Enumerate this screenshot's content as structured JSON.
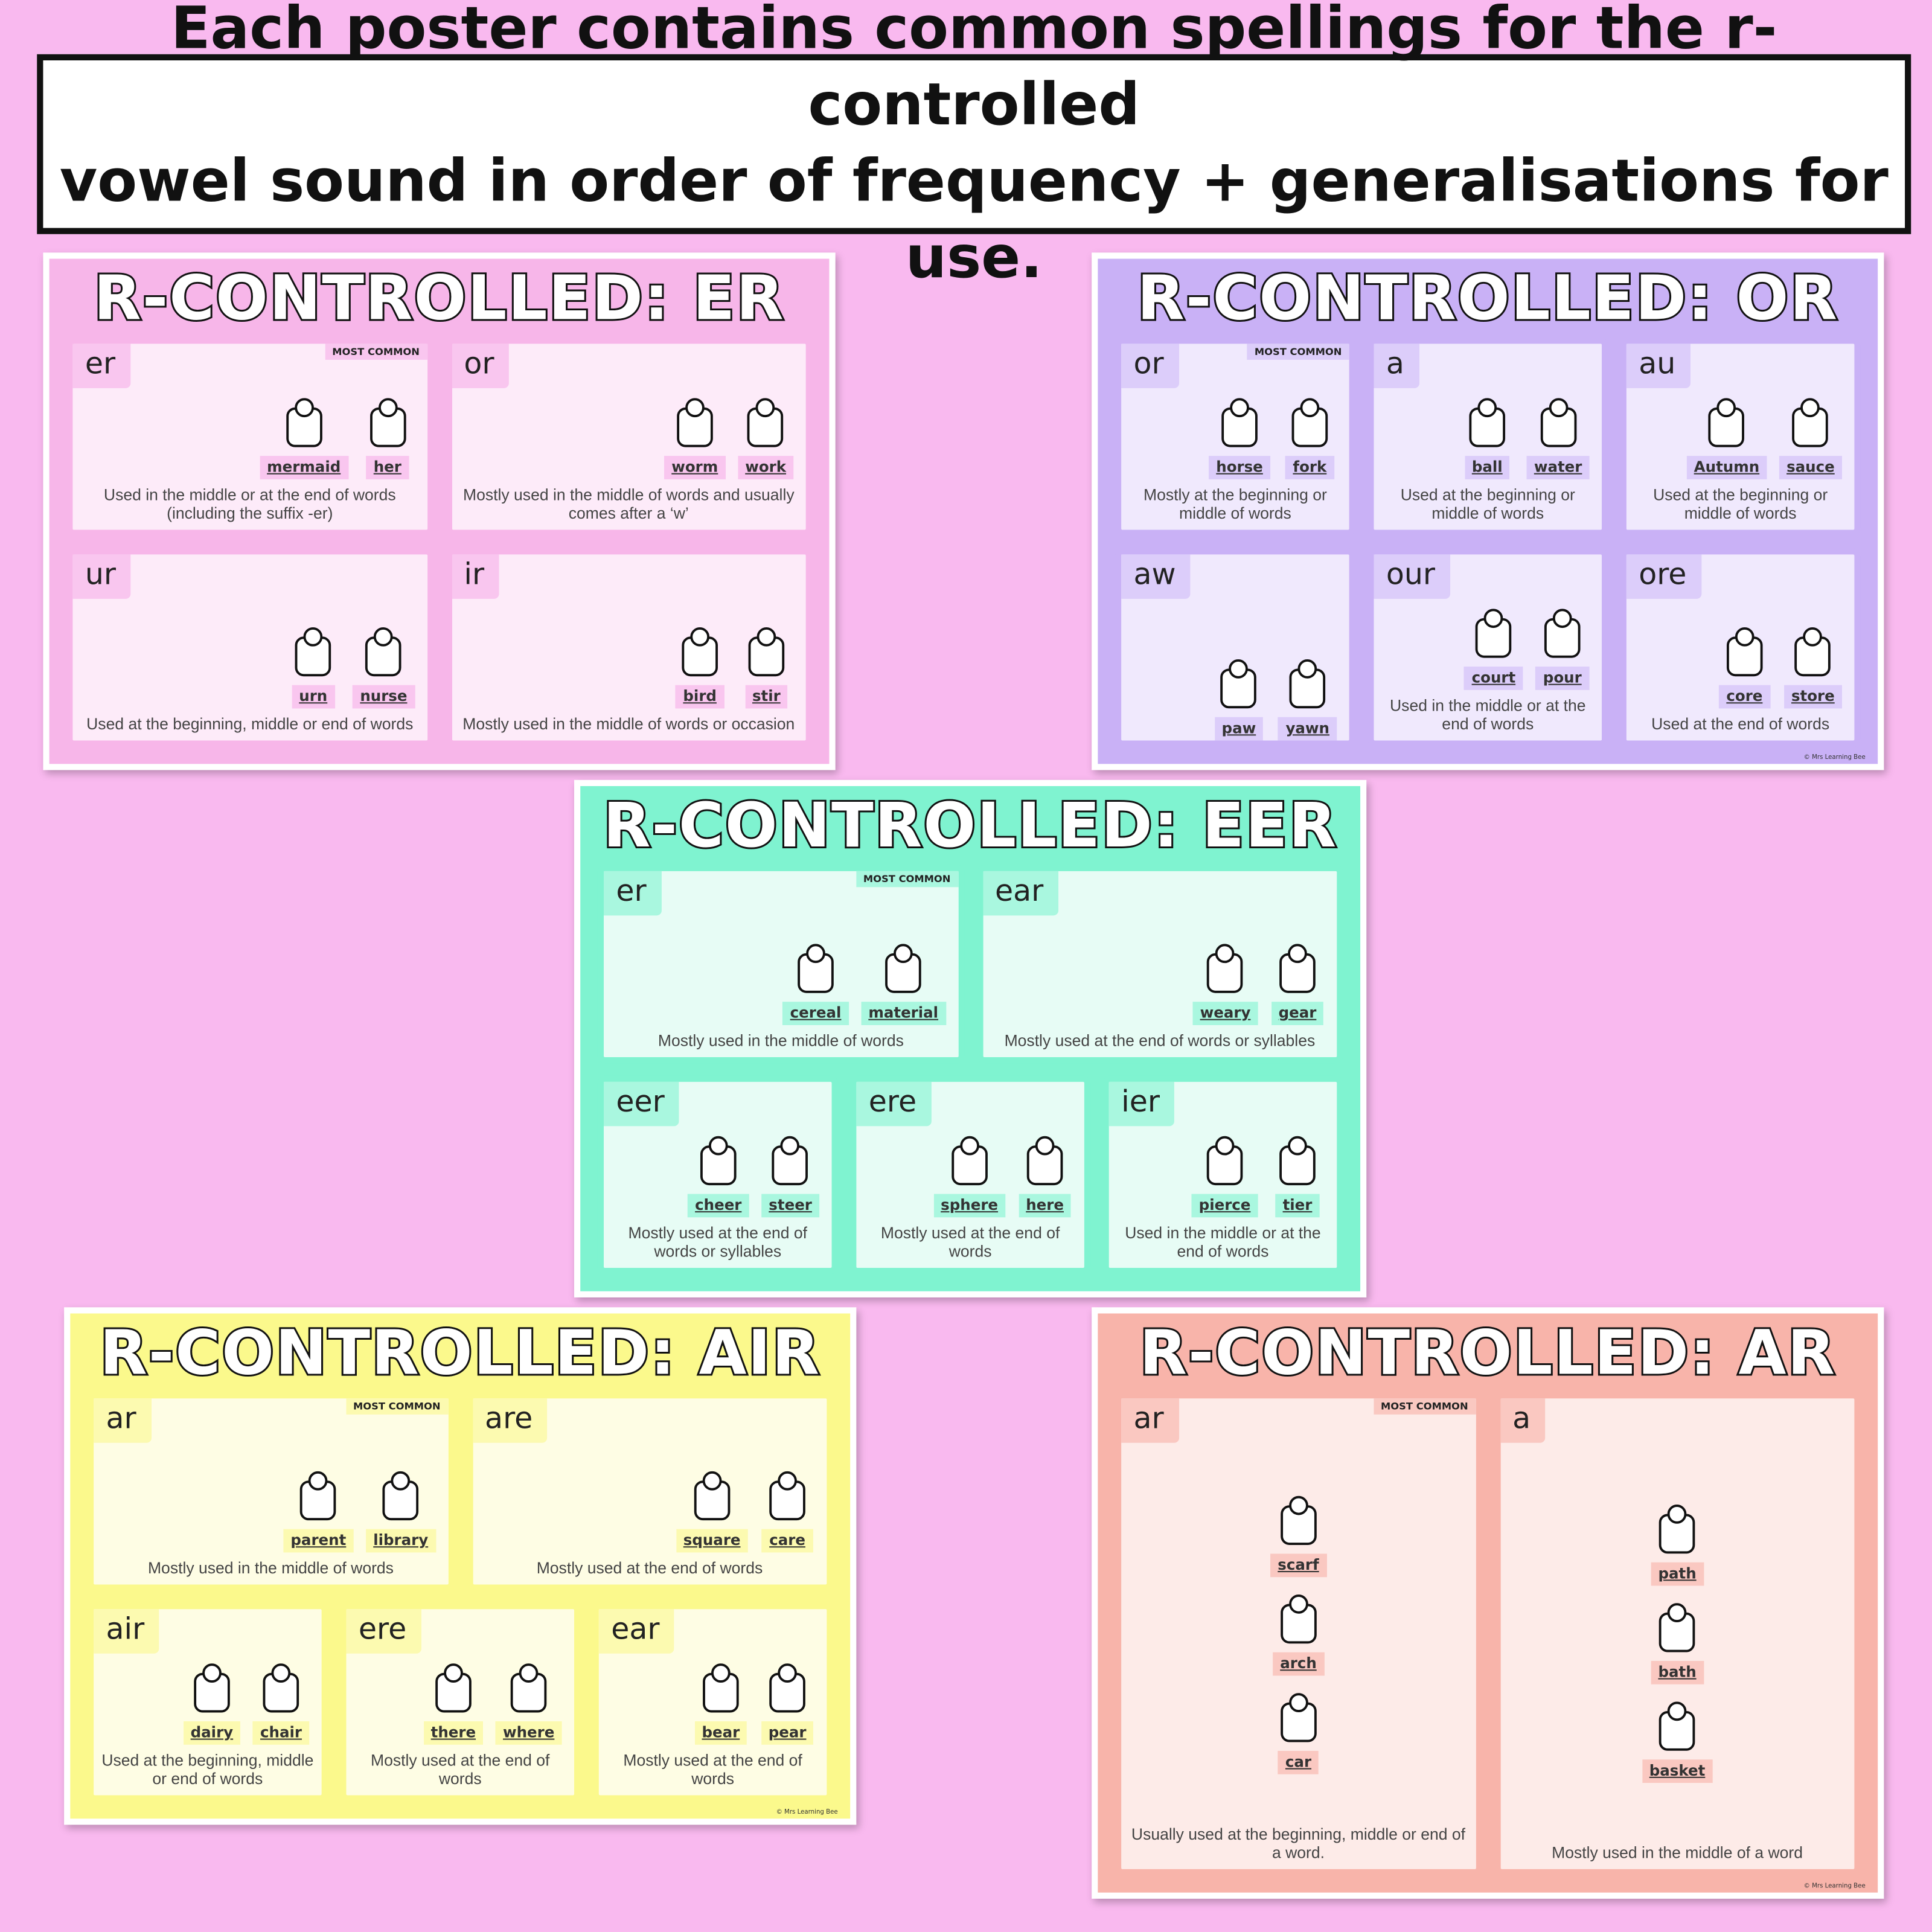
{
  "headline": {
    "line1": "Each poster contains common spellings for the r-controlled",
    "line2": "vowel sound in order of frequency + generalisations for use."
  },
  "most_common_label": "MOST COMMON",
  "copyright": "© Mrs Learning Bee",
  "posters": [
    {
      "title": "R-CONTROLLED: ER",
      "colors": {
        "frame": "#f7b6e9",
        "card": "#fdebf9",
        "tab": "#f9c6ef"
      },
      "cards": [
        {
          "label": "er",
          "most_common": true,
          "words": [
            "mermaid",
            "her"
          ],
          "desc": "Used in the middle or at the end of words (including the suffix -er)"
        },
        {
          "label": "or",
          "words": [
            "worm",
            "work"
          ],
          "desc": "Mostly used in the middle of words and usually comes after a ‘w’"
        },
        {
          "label": "ur",
          "words": [
            "urn",
            "nurse"
          ],
          "desc": "Used at the beginning, middle or end of words"
        },
        {
          "label": "ir",
          "words": [
            "bird",
            "stir"
          ],
          "desc": "Mostly used in the middle of words or occasion"
        }
      ]
    },
    {
      "title": "R-CONTROLLED: OR",
      "colors": {
        "frame": "#c9b1f6",
        "card": "#f0e9fd",
        "tab": "#dccdfa"
      },
      "cards": [
        {
          "label": "or",
          "most_common": true,
          "words": [
            "horse",
            "fork"
          ],
          "desc": "Mostly at the beginning or middle of words"
        },
        {
          "label": "a",
          "words": [
            "ball",
            "water"
          ],
          "desc": "Used at the beginning or middle of words"
        },
        {
          "label": "au",
          "words": [
            "Autumn",
            "sauce"
          ],
          "desc": "Used at the beginning or middle of words"
        },
        {
          "label": "aw",
          "words": [
            "paw",
            "yawn"
          ],
          "desc": ""
        },
        {
          "label": "our",
          "words": [
            "court",
            "pour"
          ],
          "desc": "Used in the middle or at the end of words"
        },
        {
          "label": "ore",
          "words": [
            "core",
            "store"
          ],
          "desc": "Used at the end of words"
        }
      ]
    },
    {
      "title": "R-CONTROLLED: EER",
      "colors": {
        "frame": "#7ff3d0",
        "card": "#e7fcf5",
        "tab": "#a9f7df"
      },
      "cards": [
        {
          "label": "er",
          "most_common": true,
          "words": [
            "cereal",
            "material"
          ],
          "desc": "Mostly used in the middle of words"
        },
        {
          "label": "ear",
          "words": [
            "weary",
            "gear"
          ],
          "desc": "Mostly used at the end of words or syllables"
        },
        {
          "label": "eer",
          "words": [
            "cheer",
            "steer"
          ],
          "desc": "Mostly used at the end of words or syllables"
        },
        {
          "label": "ere",
          "words": [
            "sphere",
            "here"
          ],
          "desc": "Mostly used at the end of words"
        },
        {
          "label": "ier",
          "words": [
            "pierce",
            "tier"
          ],
          "desc": "Used in the middle or at the end of words"
        }
      ]
    },
    {
      "title": "R-CONTROLLED: AIR",
      "colors": {
        "frame": "#fbf98c",
        "card": "#fefde4",
        "tab": "#fcfab0"
      },
      "cards": [
        {
          "label": "ar",
          "most_common": true,
          "words": [
            "parent",
            "library"
          ],
          "desc": "Mostly used in the middle of words"
        },
        {
          "label": "are",
          "words": [
            "square",
            "care"
          ],
          "desc": "Mostly used at the end of words"
        },
        {
          "label": "air",
          "words": [
            "dairy",
            "chair"
          ],
          "desc": "Used at the beginning, middle or end of words"
        },
        {
          "label": "ere",
          "words": [
            "there",
            "where"
          ],
          "desc": "Mostly used at the end of words"
        },
        {
          "label": "ear",
          "words": [
            "bear",
            "pear"
          ],
          "desc": "Mostly used at the end of words"
        }
      ]
    },
    {
      "title": "R-CONTROLLED: AR",
      "colors": {
        "frame": "#f8b4aa",
        "card": "#fdebe8",
        "tab": "#fac8c1"
      },
      "cards": [
        {
          "label": "ar",
          "most_common": true,
          "words": [
            "scarf",
            "arch",
            "car"
          ],
          "desc": "Usually used at the beginning, middle or end of a word."
        },
        {
          "label": "a",
          "words": [
            "path",
            "bath",
            "basket"
          ],
          "desc": "Mostly used in the middle of a word"
        }
      ]
    }
  ]
}
